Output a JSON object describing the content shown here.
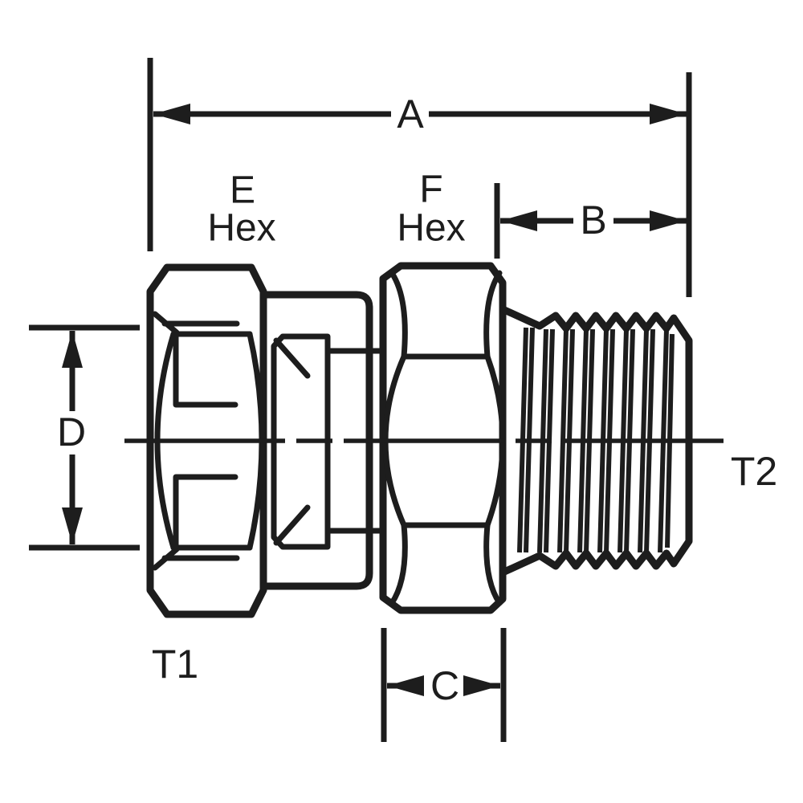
{
  "diagram": {
    "kind": "technical-fitting-drawing",
    "colors": {
      "line": "#1d1d1d",
      "background": "#ffffff"
    },
    "labels": {
      "dim_a": "A",
      "dim_b": "B",
      "dim_c": "C",
      "dim_d": "D",
      "e_hex": {
        "letter": "E",
        "word": "Hex"
      },
      "f_hex": {
        "letter": "F",
        "word": "Hex"
      },
      "t1": "T1",
      "t2": "T2"
    }
  }
}
